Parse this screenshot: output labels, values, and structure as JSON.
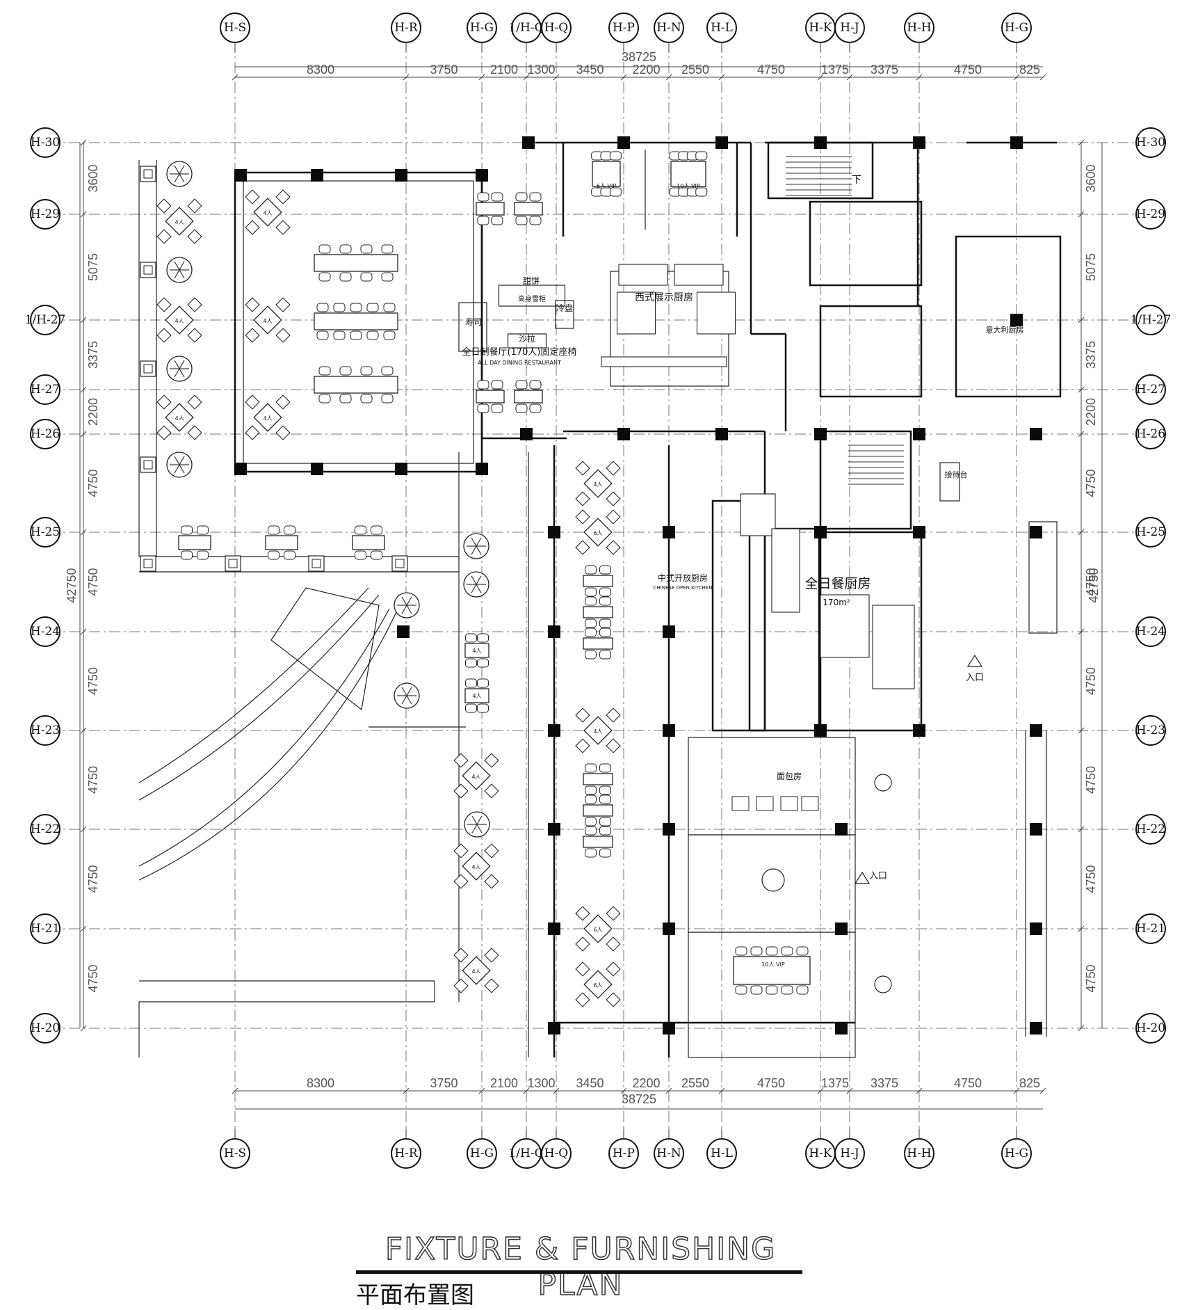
{
  "grid": {
    "columns": [
      "H-S",
      "H-R",
      "H-G",
      "1/H-Q",
      "H-Q",
      "H-P",
      "H-N",
      "H-L",
      "H-K",
      "H-J",
      "H-H",
      "H-G"
    ],
    "rows": [
      "H-30",
      "H-29",
      "1/H-27",
      "H-27",
      "H-26",
      "H-25",
      "H-24",
      "H-23",
      "H-22",
      "H-21",
      "H-20"
    ]
  },
  "dimensions": {
    "overall_horizontal": "38725",
    "horizontal": [
      "8300",
      "3750",
      "2100",
      "1300",
      "3450",
      "2200",
      "2550",
      "4750",
      "1375",
      "3375",
      "4750",
      "825"
    ],
    "overall_vertical": "42750",
    "vertical": [
      "3600",
      "5075",
      "3375",
      "2200",
      "4750",
      "4750",
      "4750",
      "4750",
      "4750",
      "4750"
    ]
  },
  "room_labels": {
    "all_day_dining": "全日制餐厅(170人)固定座椅",
    "all_day_dining_en": "ALL DAY DINING RESTAURANT",
    "western_kitchen": "西式展示厨房",
    "chinese_kitchen": "中式开放厨房",
    "chinese_kitchen_en": "CHINESE OPEN KITCHEN",
    "all_day_kitchen": "全日餐厨房",
    "all_day_kitchen_area": "170m²",
    "bakery": "面包房",
    "italian_kitchen": "意大利厨房",
    "reception": "接待台",
    "entrance_1": "入口",
    "entrance_2": "入口",
    "sushi": "寿司",
    "dessert": "甜饼",
    "cold": "冷盘",
    "salad": "沙拉",
    "seafood": "高身雪柜",
    "vip_6": "6人 VIP",
    "vip_10a": "10人 VIP",
    "vip_10b": "10人 VIP",
    "down": "下"
  },
  "seat_labels": {
    "four": "4人",
    "six": "6人"
  },
  "title": {
    "english": "FIXTURE & FURNISHING PLAN",
    "chinese": "平面布置图"
  }
}
